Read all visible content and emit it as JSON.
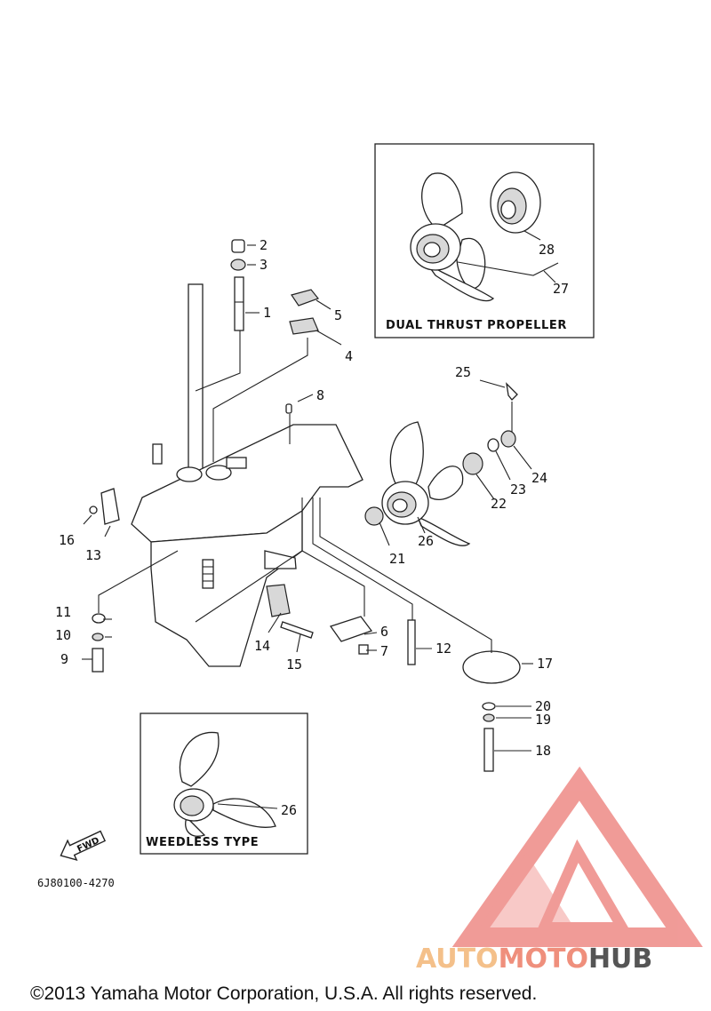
{
  "diagram_code": "6J80100-4270",
  "box_titles": {
    "dual_thrust": "DUAL THRUST PROPELLER",
    "weedless": "WEEDLESS TYPE"
  },
  "fwd_label": "FWD",
  "part_labels": [
    "1",
    "2",
    "3",
    "4",
    "5",
    "6",
    "7",
    "8",
    "9",
    "10",
    "11",
    "12",
    "13",
    "14",
    "15",
    "16",
    "17",
    "18",
    "19",
    "20",
    "21",
    "22",
    "23",
    "24",
    "25",
    "26",
    "26",
    "27",
    "28"
  ],
  "watermark": {
    "word_auto": "AUTO",
    "word_moto": "MOTO",
    "word_hub": "HUB",
    "colors": {
      "auto": "#f4c08a",
      "moto": "#ef8f7c",
      "hub": "#555555",
      "triangle": "#ee8a86"
    }
  },
  "copyright": "©2013 Yamaha Motor Corporation, U.S.A. All rights reserved."
}
